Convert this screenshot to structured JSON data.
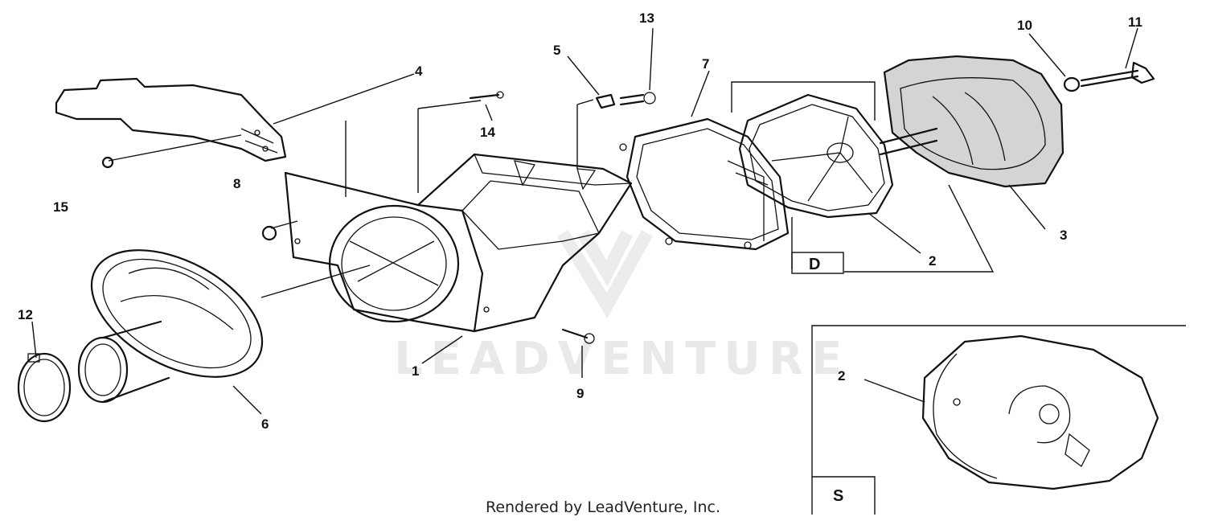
{
  "callouts": [
    "1",
    "2",
    "3",
    "4",
    "5",
    "6",
    "7",
    "8",
    "9",
    "10",
    "11",
    "12",
    "13",
    "14",
    "15"
  ],
  "inset_callout": "2",
  "box_labels": {
    "detail": "D",
    "service": "S"
  },
  "watermark": "LEADVENTURE",
  "footer": {
    "credit": "Rendered by LeadVenture, Inc."
  }
}
